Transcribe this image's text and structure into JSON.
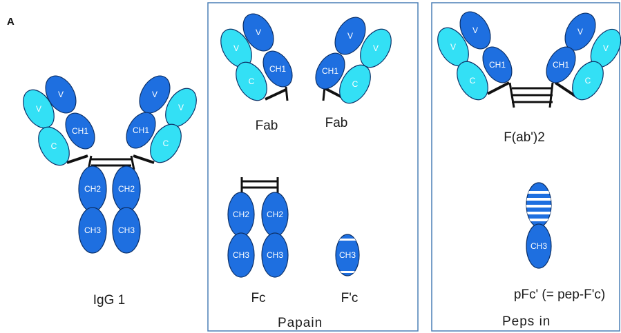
{
  "figure": {
    "panel_letter": "A",
    "labels": {
      "igg1": "IgG 1",
      "fab_left": "Fab",
      "fab_right": "Fab",
      "fc": "Fc",
      "fpc": "F'c",
      "fab2": "F(ab')2",
      "pfc": "pFc'  (= pep-F'c)",
      "papain": "Papain",
      "pepsin": "Peps in"
    },
    "domains": {
      "v": "V",
      "c": "C",
      "ch1": "CH1",
      "ch2": "CH2",
      "ch3": "CH3"
    },
    "colors": {
      "heavy": "#1e6fe0",
      "light": "#33e0f5",
      "stroke": "#0b2f66",
      "bond": "#111111",
      "frame": "#4a7fb5"
    }
  }
}
